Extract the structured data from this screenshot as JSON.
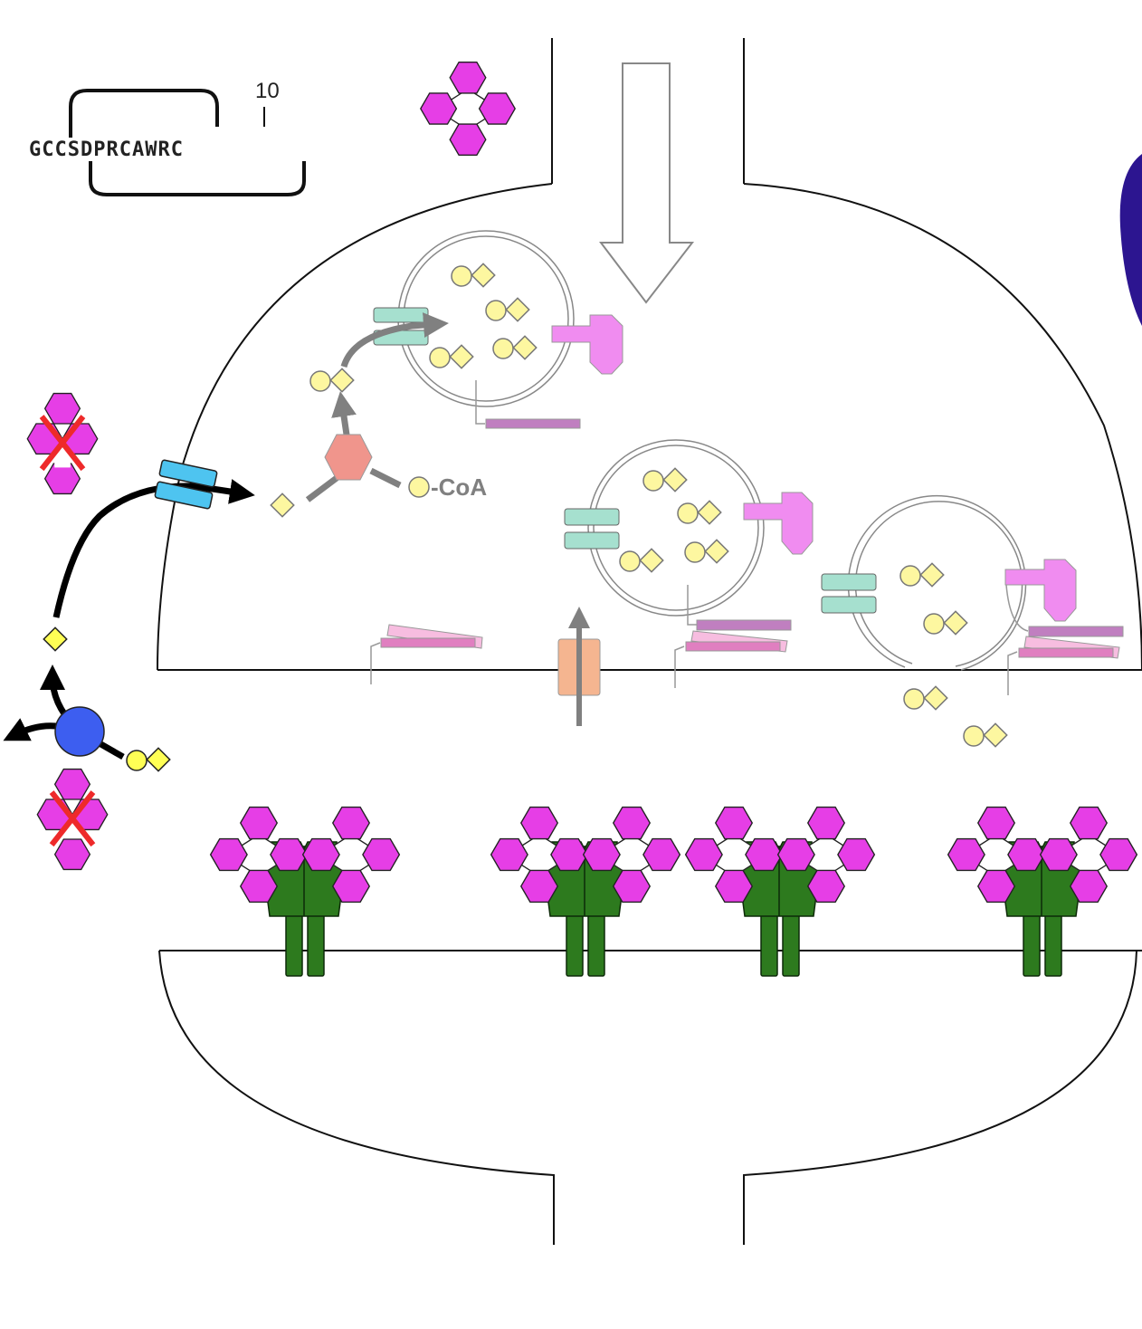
{
  "peptide": {
    "sequence": "GCCSDPRCAWRC",
    "position_label": "10"
  },
  "labels": {
    "coa": "-CoA"
  },
  "colors": {
    "toxin": "#e63ee6",
    "receptor": "#2d7a1e",
    "choline": "#fdf7a0",
    "acetate": "#ffff55",
    "ache": "#3d5ef0",
    "transporter": "#4ec4f0",
    "vacht": "#a6e0cf",
    "chat": "#f0958c",
    "synaptotagmin": "#f08cf0",
    "snare": "#c07fc0",
    "calcium_channel": "#f5b590",
    "inhibition_x": "#ee2a2a",
    "pathway_gray": "#808080",
    "blob": "#2c1590"
  }
}
